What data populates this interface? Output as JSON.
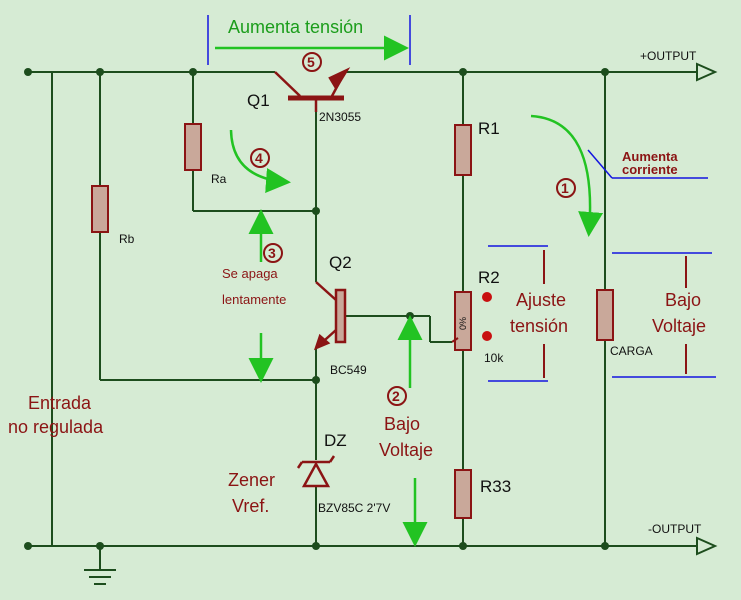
{
  "colors": {
    "background": "#d6ebd4",
    "wire": "#1d4d1d",
    "component": "#8b1414",
    "component_fill": "#c9a89a",
    "annotation_green": "#22c322",
    "annotation_blue": "#1414e0",
    "annotation_red": "#8b1414"
  },
  "terminals": {
    "output_pos": "+OUTPUT",
    "output_neg": "-OUTPUT"
  },
  "components": {
    "q1_name": "Q1",
    "q1_part": "2N3055",
    "q2_name": "Q2",
    "q2_part": "BC549",
    "ra": "Ra",
    "rb": "Rb",
    "r1": "R1",
    "r2": "R2",
    "r2_value": "10k",
    "r2_pct": "0%",
    "r33": "R33",
    "dz_name": "DZ",
    "dz_part": "BZV85C 2'7V",
    "load": "CARGA"
  },
  "annotations": {
    "aumenta_tension": "Aumenta tensión",
    "aumenta_corriente_1": "Aumenta",
    "aumenta_corriente_2": "corriente",
    "se_apaga_1": "Se apaga",
    "se_apaga_2": "lentamente",
    "ajuste_1": "Ajuste",
    "ajuste_2": "tensión",
    "bajo_voltaje_right_1": "Bajo",
    "bajo_voltaje_right_2": "Voltaje",
    "bajo_voltaje_mid_1": "Bajo",
    "bajo_voltaje_mid_2": "Voltaje",
    "entrada_1": "Entrada",
    "entrada_2": "no regulada",
    "zener_1": "Zener",
    "zener_2": "Vref."
  },
  "steps": {
    "s1": "1",
    "s2": "2",
    "s3": "3",
    "s4": "4",
    "s5": "5"
  }
}
